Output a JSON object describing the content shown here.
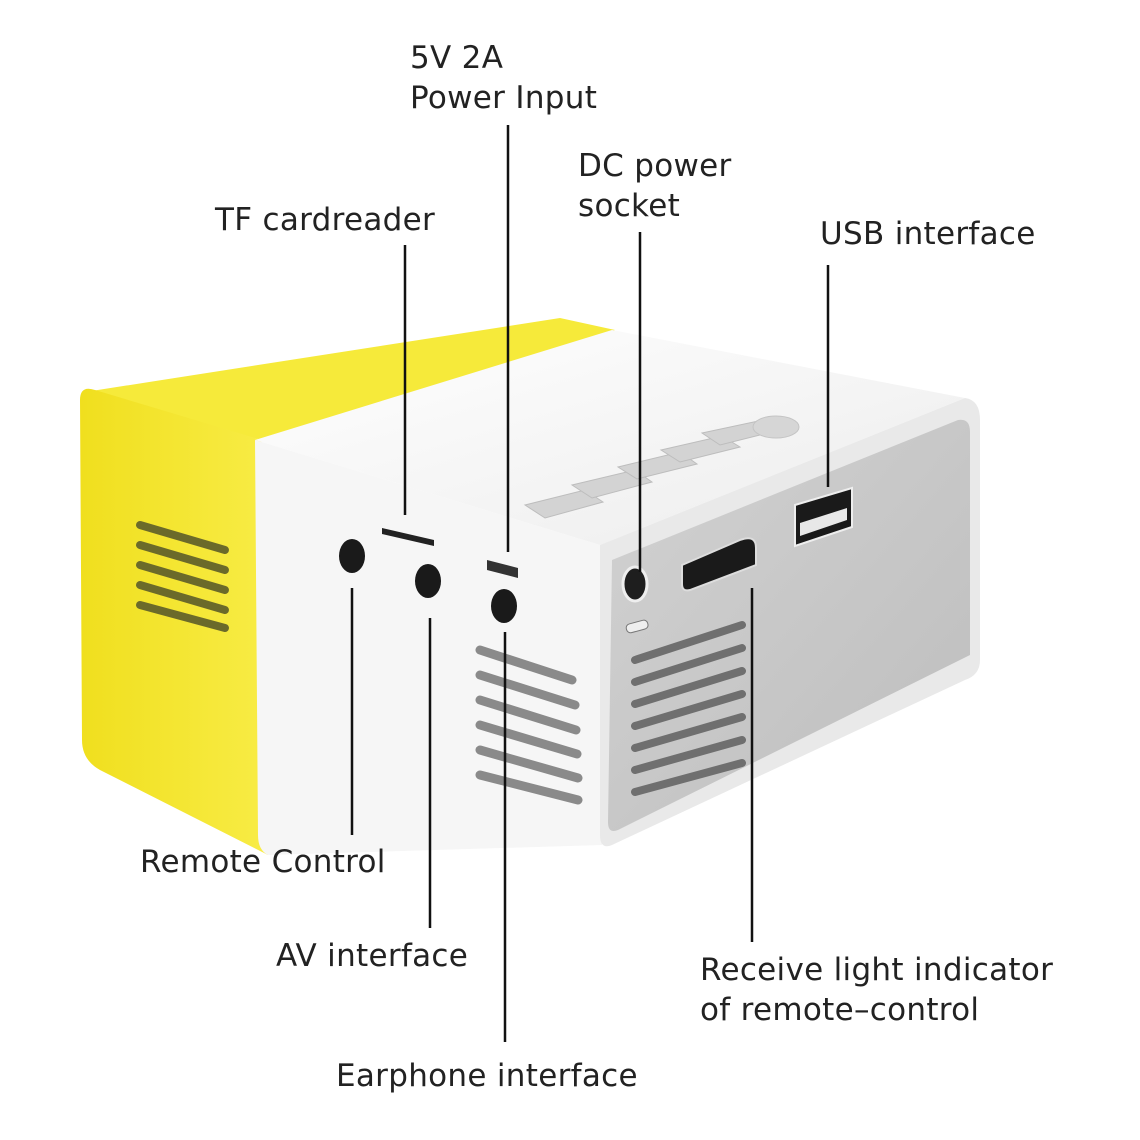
{
  "colors": {
    "yellow": "#f3e52a",
    "white_body": "#f7f7f7",
    "panel_gray": "#c9c9c9",
    "text": "#222222"
  },
  "labels": {
    "power_input": {
      "line1": "5V 2A",
      "line2": "Power Input"
    },
    "tf_cardreader": "TF cardreader",
    "dc_socket": {
      "line1": "DC power",
      "line2": "socket"
    },
    "usb_interface": "USB interface",
    "remote_control": "Remote Control",
    "av_interface": "AV interface",
    "earphone_interface": "Earphone interface",
    "receive_indicator": {
      "line1": "Receive light indicator",
      "line2": "of remote–control"
    }
  }
}
